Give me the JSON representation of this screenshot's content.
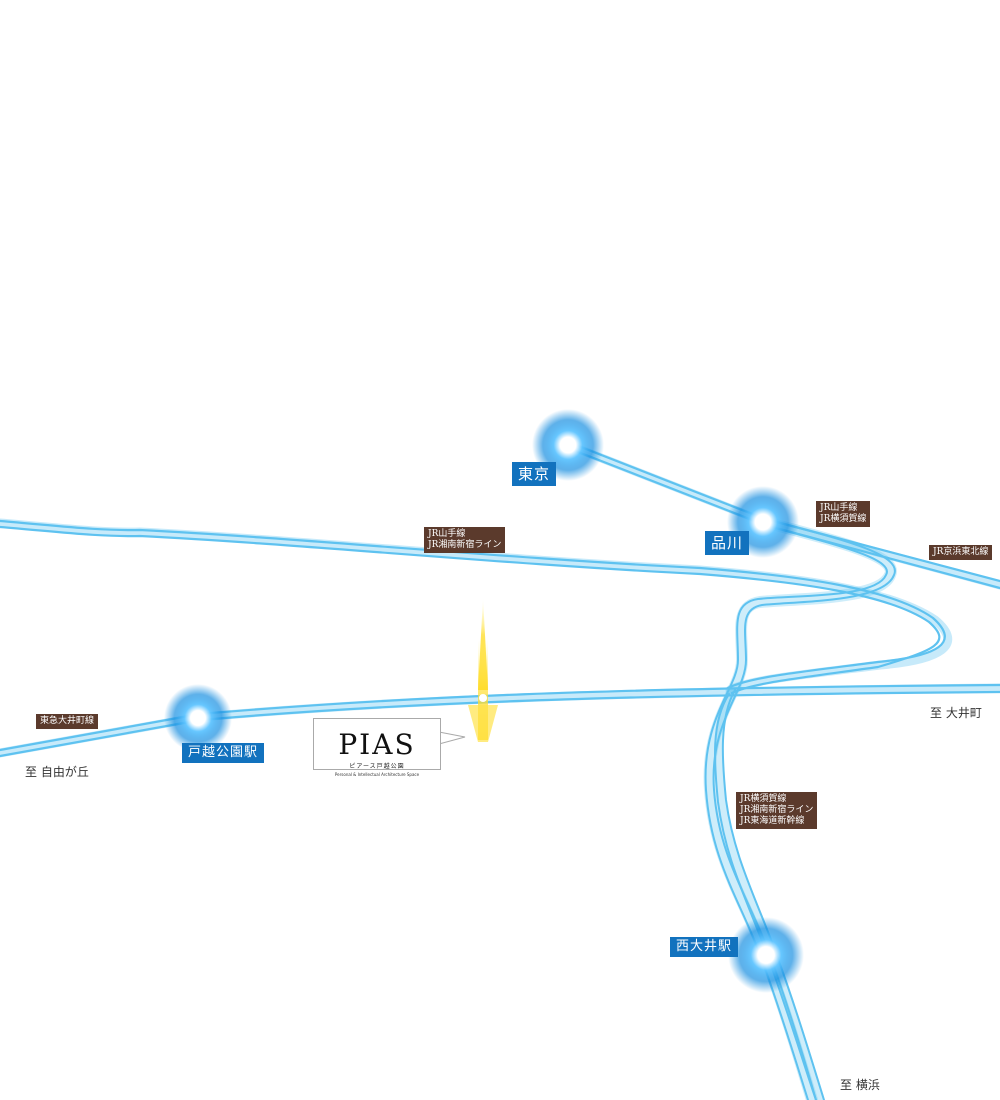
{
  "map": {
    "property": {
      "logo": "PIAS",
      "kana": "ピアース戸越公園",
      "tagline": "Personal & Intellectual Architecture Space"
    },
    "stations": [
      {
        "name": "東京"
      },
      {
        "name": "品川"
      },
      {
        "name": "戸越公園駅"
      },
      {
        "name": "西大井駅"
      }
    ],
    "line_labels": [
      {
        "text": "JR山手線\nJR湘南新宿ライン"
      },
      {
        "text": "JR山手線\nJR横須賀線"
      },
      {
        "text": "JR京浜東北線"
      },
      {
        "text": "東急大井町線"
      },
      {
        "text": "JR横須賀線\nJR湘南新宿ライン\nJR東海道新幹線"
      }
    ],
    "directions": [
      {
        "text": "至 自由が丘"
      },
      {
        "text": "至 大井町"
      },
      {
        "text": "至 横浜"
      }
    ],
    "colors": {
      "rail": "#5ec2f0",
      "station_glow": "#1a8fe0",
      "station_label_bg": "#1272be",
      "line_label_bg": "#5b3a2c",
      "marker": "#ffe24a"
    }
  }
}
